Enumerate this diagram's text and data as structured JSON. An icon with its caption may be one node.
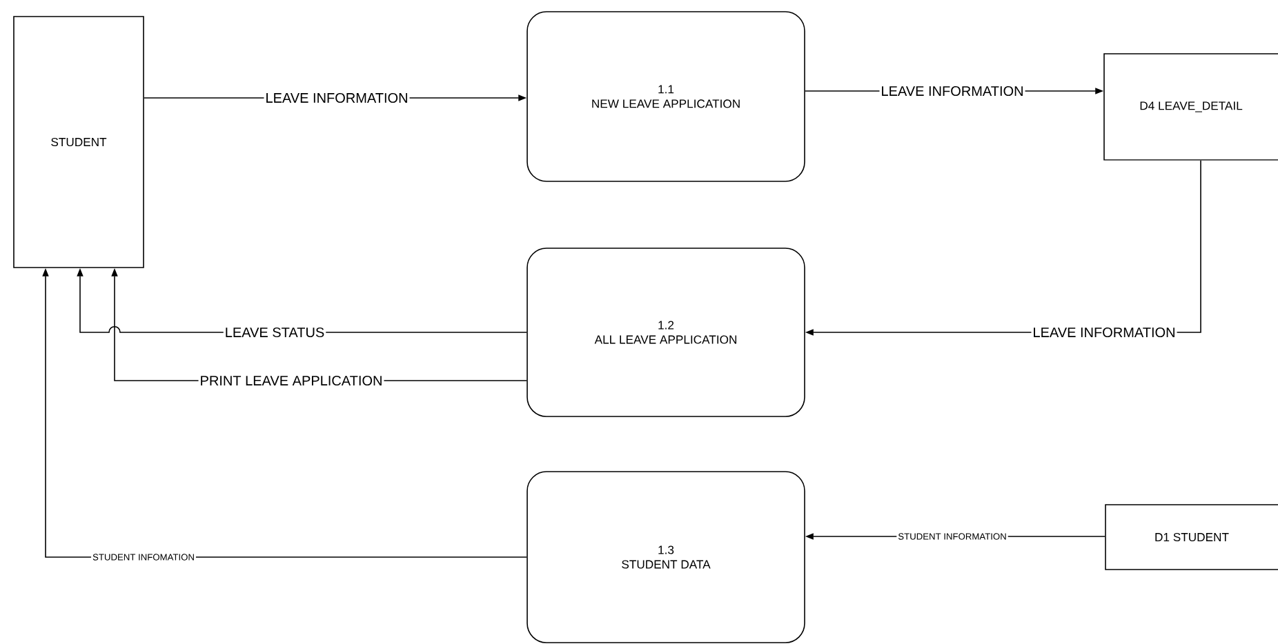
{
  "diagram": {
    "nodes": [
      {
        "text": [
          "STUDENT"
        ]
      },
      {
        "text": [
          "1.1",
          "NEW LEAVE APPLICATION"
        ]
      },
      {
        "text": [
          "D4 LEAVE_DETAIL"
        ]
      },
      {
        "text": [
          "1.2",
          "ALL LEAVE APPLICATION"
        ]
      },
      {
        "text": [
          "1.3",
          "STUDENT DATA"
        ]
      },
      {
        "text": [
          "D1 STUDENT"
        ]
      }
    ],
    "edges": [
      {
        "from": 0,
        "to": 1,
        "arrow": "to",
        "label": "LEAVE INFORMATION"
      },
      {
        "from": 1,
        "to": 2,
        "arrow": "to",
        "label": "LEAVE INFORMATION"
      },
      {
        "from": 2,
        "to": 3,
        "arrow": "to",
        "label": "LEAVE INFORMATION"
      },
      {
        "from": 3,
        "to": 0,
        "arrow": "to",
        "label": "LEAVE STATUS"
      },
      {
        "from": 3,
        "to": 0,
        "arrow": "to",
        "label": "PRINT LEAVE APPLICATION"
      },
      {
        "from": 4,
        "to": 0,
        "arrow": "to",
        "label": "STUDENT INFOMATION"
      },
      {
        "from": 5,
        "to": 4,
        "arrow": "to",
        "label": "STUDENT INFORMATION"
      }
    ]
  }
}
